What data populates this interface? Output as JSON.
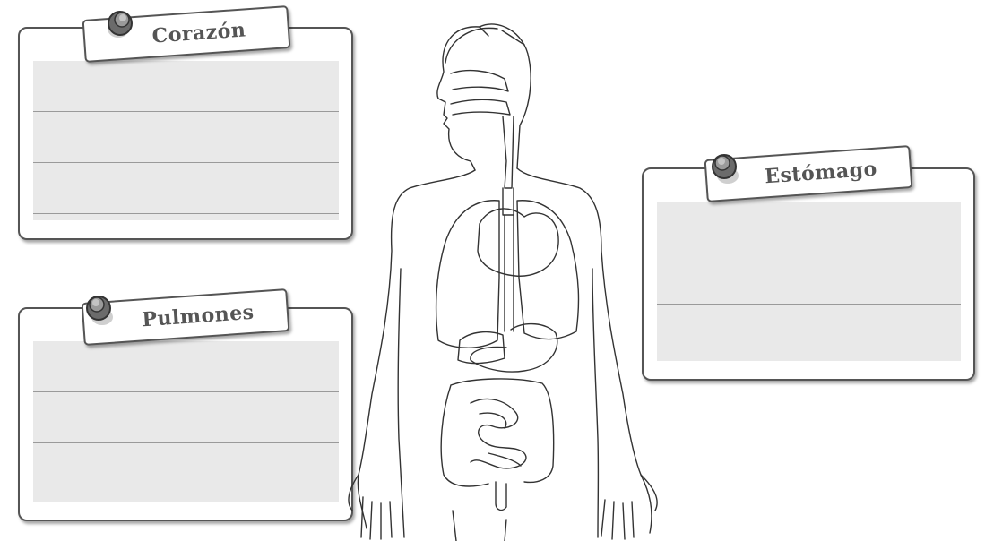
{
  "labels": {
    "heart": "Corazón",
    "lungs": "Pulmones",
    "stomach": "Estómago"
  },
  "colors": {
    "card_border": "#555555",
    "lines_fill": "#e9e9e9",
    "pin": "#6b6b6b",
    "outline": "#333333"
  },
  "icons": [
    "pushpin-icon",
    "human-body-organs-illustration"
  ]
}
